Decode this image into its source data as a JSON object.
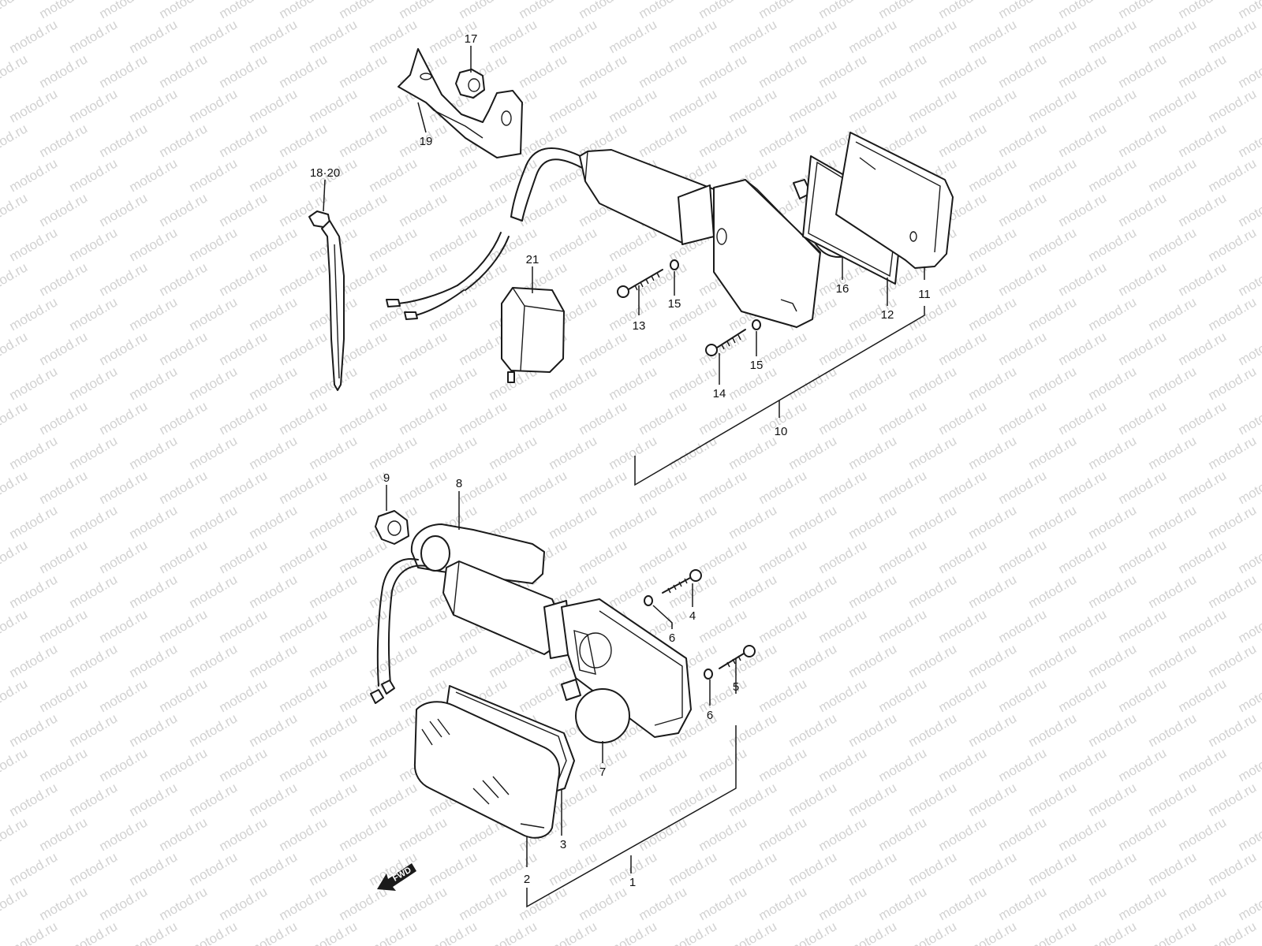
{
  "watermark": "motod.ru",
  "fwd_label": "FWD",
  "callouts": [
    {
      "id": "c17",
      "text": "17"
    },
    {
      "id": "c19",
      "text": "19"
    },
    {
      "id": "c1820",
      "text": "18·20"
    },
    {
      "id": "c21",
      "text": "21"
    },
    {
      "id": "c13",
      "text": "13"
    },
    {
      "id": "c15a",
      "text": "15"
    },
    {
      "id": "c14",
      "text": "14"
    },
    {
      "id": "c15b",
      "text": "15"
    },
    {
      "id": "c16",
      "text": "16"
    },
    {
      "id": "c12",
      "text": "12"
    },
    {
      "id": "c11",
      "text": "11"
    },
    {
      "id": "c10",
      "text": "10"
    },
    {
      "id": "c9",
      "text": "9"
    },
    {
      "id": "c8",
      "text": "8"
    },
    {
      "id": "c4",
      "text": "4"
    },
    {
      "id": "c6a",
      "text": "6"
    },
    {
      "id": "c6b",
      "text": "6"
    },
    {
      "id": "c5",
      "text": "5"
    },
    {
      "id": "c7",
      "text": "7"
    },
    {
      "id": "c3",
      "text": "3"
    },
    {
      "id": "c2",
      "text": "2"
    },
    {
      "id": "c1",
      "text": "1"
    }
  ]
}
